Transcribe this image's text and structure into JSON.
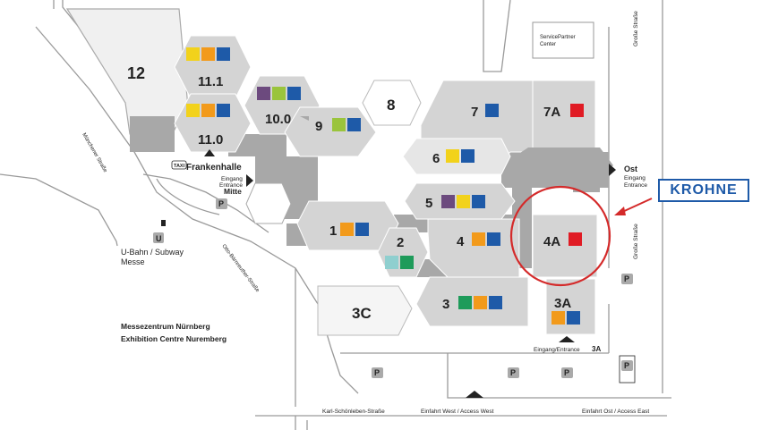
{
  "halls": [
    {
      "id": "12",
      "label": "12",
      "colors": []
    },
    {
      "id": "11.1",
      "label": "11.1",
      "colors": [
        "#f2d21b",
        "#f29a1b",
        "#1e5aa8"
      ]
    },
    {
      "id": "11.0",
      "label": "11.0",
      "colors": [
        "#f2d21b",
        "#f29a1b",
        "#1e5aa8"
      ]
    },
    {
      "id": "10.0",
      "label": "10.0",
      "colors": [
        "#6c4a7e",
        "#9ac43c",
        "#1e5aa8"
      ]
    },
    {
      "id": "9",
      "label": "9",
      "colors": [
        "#9ac43c",
        "#1e5aa8"
      ]
    },
    {
      "id": "8",
      "label": "8",
      "colors": []
    },
    {
      "id": "7",
      "label": "7",
      "colors": [
        "#1e5aa8"
      ]
    },
    {
      "id": "7A",
      "label": "7A",
      "colors": [
        "#e01b24"
      ]
    },
    {
      "id": "6",
      "label": "6",
      "colors": [
        "#f2d21b",
        "#1e5aa8"
      ]
    },
    {
      "id": "5",
      "label": "5",
      "colors": [
        "#6c4a7e",
        "#f2d21b",
        "#1e5aa8"
      ]
    },
    {
      "id": "4",
      "label": "4",
      "colors": [
        "#f29a1b",
        "#1e5aa8"
      ]
    },
    {
      "id": "4A",
      "label": "4A",
      "colors": [
        "#e01b24"
      ]
    },
    {
      "id": "1",
      "label": "1",
      "colors": [
        "#f29a1b",
        "#1e5aa8"
      ]
    },
    {
      "id": "2",
      "label": "2",
      "colors": [
        "#8fcfcf",
        "#1e9b5a"
      ]
    },
    {
      "id": "3",
      "label": "3",
      "colors": [
        "#1e9b5a",
        "#f29a1b",
        "#1e5aa8"
      ]
    },
    {
      "id": "3A",
      "label": "3A",
      "colors": [
        "#f29a1b",
        "#1e5aa8"
      ]
    },
    {
      "id": "3C",
      "label": "3C",
      "colors": []
    }
  ],
  "labels": {
    "service_partner_1": "ServicePartner",
    "service_partner_2": "Center",
    "grosse_strasse": "Große Straße",
    "muenchener_strasse": "Münchener Straße",
    "otto_baeumreuther": "Otto-Bärnreuther-Straße",
    "frankenhalle": "Frankenhalle",
    "eingang": "Eingang",
    "entrance": "Entrance",
    "mitte": "Mitte",
    "ost": "Ost",
    "ubahn_1": "U-Bahn / Subway",
    "ubahn_2": "Messe",
    "u_letter": "U",
    "taxi": "TAXI",
    "messezentrum": "Messezentrum Nürnberg",
    "exhibition_centre": "Exhibition Centre Nuremberg",
    "eingang_entrance_3a": "Eingang/Entrance",
    "gate_3a": "3A",
    "karl_schoenleben": "Karl-Schönleben-Straße",
    "einfahrt_west": "Einfahrt West / Access West",
    "einfahrt_ost": "Einfahrt Ost / Access East",
    "parking": "P",
    "krohne": "KROHNE"
  },
  "colors": {
    "hall_fill": "#d4d4d4",
    "hall_dark": "#a8a8a8",
    "route": "#9a9a9a",
    "highlight_circle": "#d42a2a",
    "brand": "#1e5aa8"
  }
}
